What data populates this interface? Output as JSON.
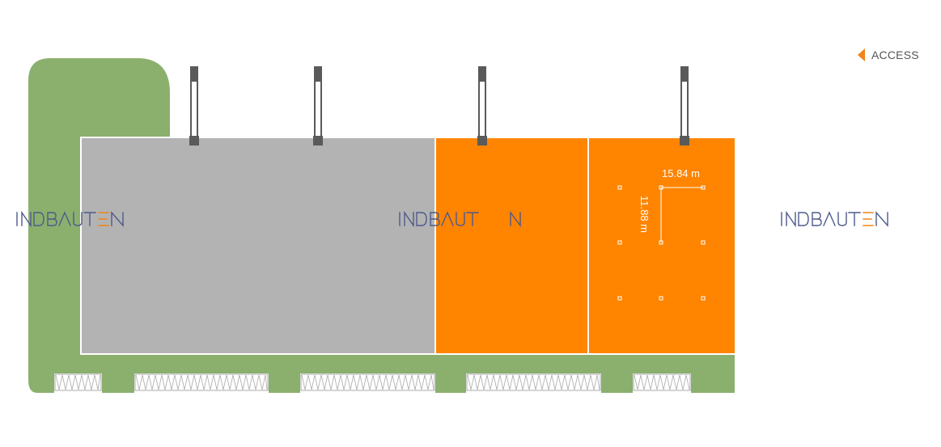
{
  "access": {
    "label": "ACCESS",
    "icon": "chevron-left-icon"
  },
  "dimensions": {
    "width": "15.84 m",
    "depth": "11.88 m"
  },
  "watermark": {
    "brand": "INDBAUTEN"
  },
  "colors": {
    "green": "#8bb06e",
    "gray": "#b3b3b3",
    "orange": "#ff8400",
    "dock_post": "#5a5a5a",
    "accent": "#f08519",
    "watermark": "#4e5a8c"
  }
}
